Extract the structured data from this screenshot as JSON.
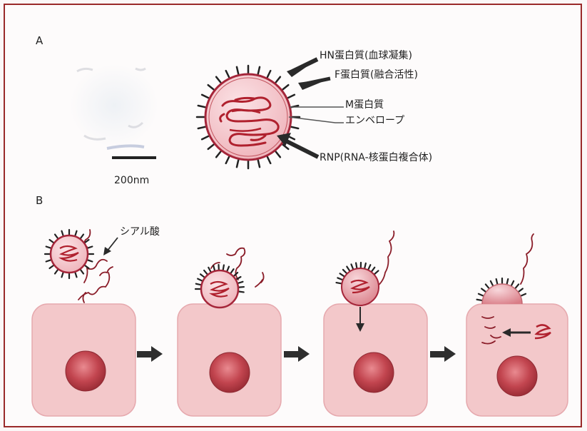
{
  "panel_a": {
    "letter": "A",
    "scale_bar": "200nm",
    "labels": {
      "hn": "HN蛋白質(血球凝集)",
      "f": "F蛋白質(融合活性)",
      "m": "M蛋白質",
      "envelope": "エンベロープ",
      "rnp": "RNP(RNA-核蛋白複合体)"
    }
  },
  "panel_b": {
    "letter": "B",
    "sialic": "シアル酸"
  },
  "colors": {
    "frame": "#9a2a2a",
    "cell": "#f2c6c8",
    "nucleus": "#b83a44",
    "virus_fill": "#f4c9cd",
    "rnp": "#b0212e",
    "arrow": "#333333"
  }
}
